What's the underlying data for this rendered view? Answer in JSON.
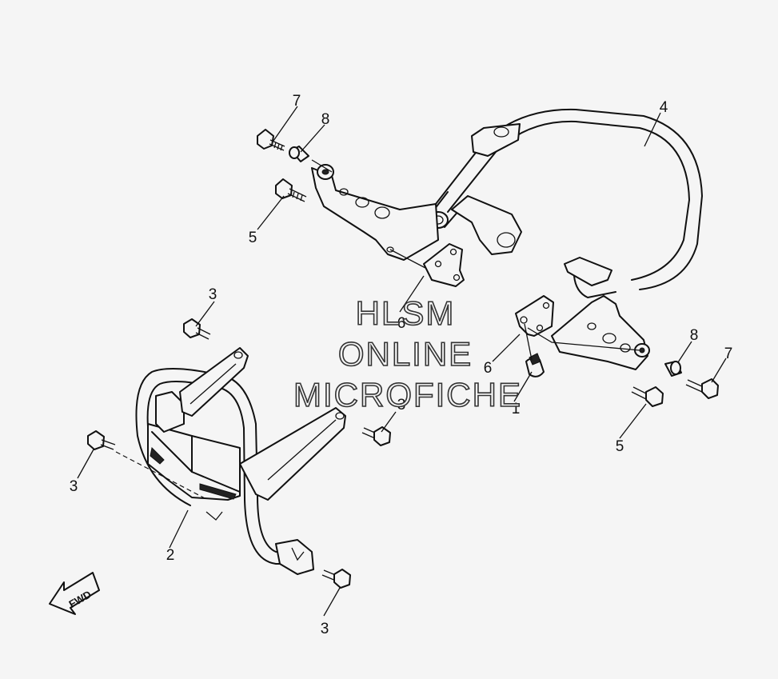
{
  "callouts": {
    "c1": "1",
    "c2": "2",
    "c3a": "3",
    "c3b": "3",
    "c3c": "3",
    "c3d": "3",
    "c4": "4",
    "c5a": "5",
    "c5b": "5",
    "c6a": "6",
    "c6b": "6",
    "c7a": "7",
    "c7b": "7",
    "c8a": "8",
    "c8b": "8"
  },
  "watermark": {
    "line1": "HLSM",
    "line2": "ONLINE",
    "line3": "MICROFICHE"
  },
  "direction_arrow": {
    "label": "FWD"
  }
}
